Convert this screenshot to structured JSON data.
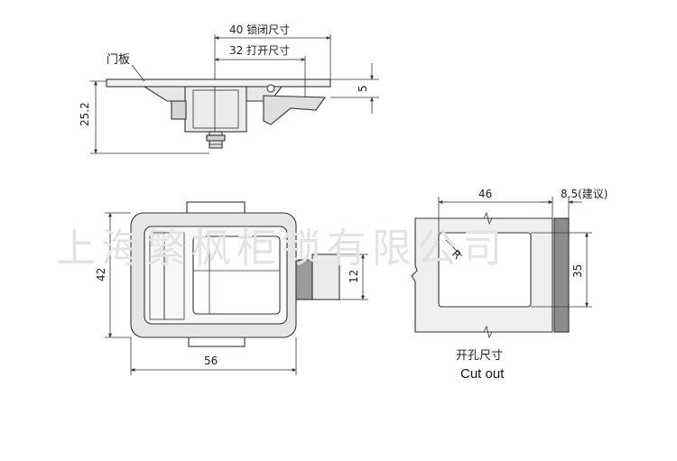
{
  "watermark": "上海繁枫柜锁有限公司",
  "side_view": {
    "lock_dim": "40 锁闭尺寸",
    "open_dim": "32 打开尺寸",
    "panel_label": "门板",
    "height_dim": "25.2",
    "thickness_dim": "5"
  },
  "front_view": {
    "height_dim": "42",
    "width_dim": "56",
    "tongue_dim": "12"
  },
  "cutout_view": {
    "width_dim": "46",
    "panel_dim": "8.5(建议)",
    "height_dim": "35",
    "radius_label": "R",
    "caption_cn": "开孔尺寸",
    "caption_en": "Cut out"
  },
  "colors": {
    "line": "#333333",
    "body_gray": "#e6e6e6",
    "dark_gray": "#8c8c8c",
    "watermark": "#e3e3e3"
  }
}
